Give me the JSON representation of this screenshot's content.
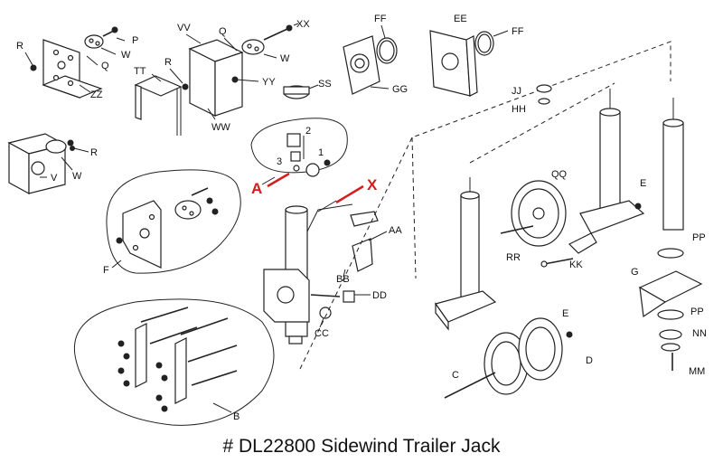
{
  "caption": "# DL22800 Sidewind Trailer Jack",
  "labels": {
    "R1": "R",
    "P1": "P",
    "W1": "W",
    "Q1": "Q",
    "ZZ": "ZZ",
    "VV": "VV",
    "R2": "R",
    "Q2": "Q",
    "W2": "W",
    "XX": "XX",
    "TT": "TT",
    "YY": "YY",
    "WW": "WW",
    "V": "V",
    "R3": "R",
    "W3": "W",
    "FF1": "FF",
    "GG": "GG",
    "EE": "EE",
    "FF2": "FF",
    "SS": "SS",
    "n2": "2",
    "n1": "1",
    "n3": "3",
    "A": "A",
    "X": "X",
    "F": "F",
    "AA": "AA",
    "BB": "BB",
    "DD": "DD",
    "CC": "CC",
    "B": "B",
    "JJ": "JJ",
    "HH": "HH",
    "QQ": "QQ",
    "E1": "E",
    "RR": "RR",
    "KK": "KK",
    "C": "C",
    "E2": "E",
    "D": "D",
    "PP1": "PP",
    "G": "G",
    "PP2": "PP",
    "NN": "NN",
    "MM": "MM"
  },
  "colors": {
    "line": "#222222",
    "highlight": "#d41d1d",
    "background": "#ffffff"
  }
}
